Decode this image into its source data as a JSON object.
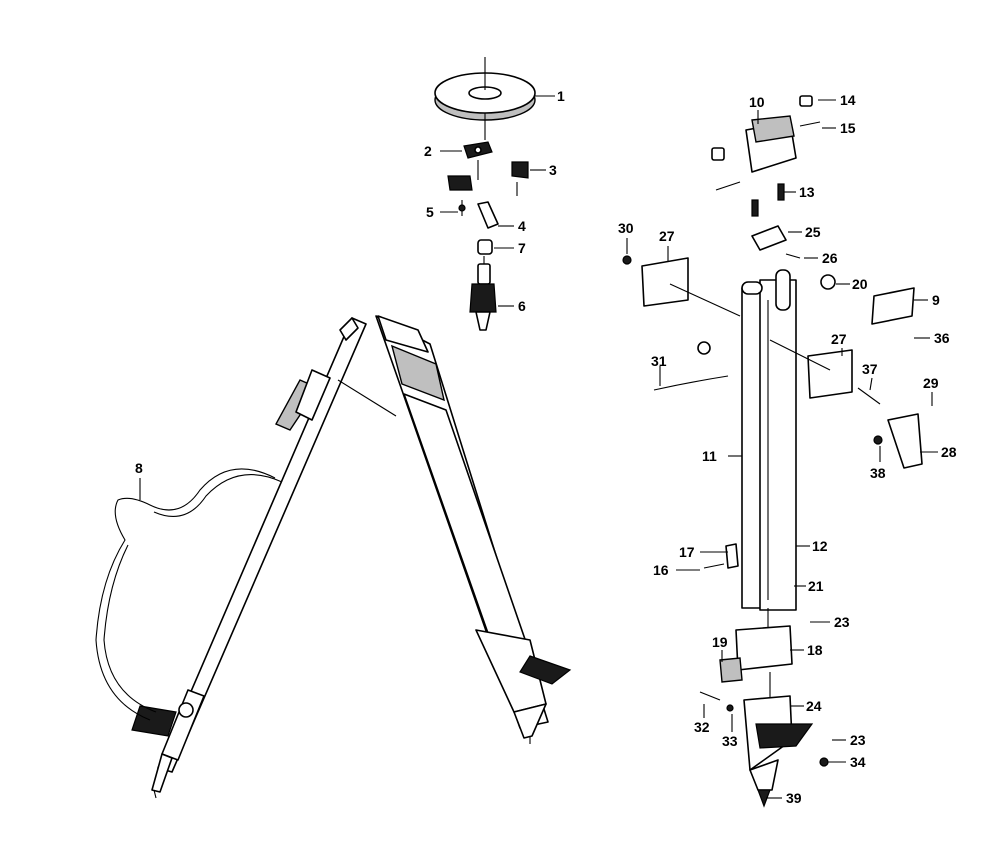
{
  "callouts": [
    {
      "id": "1"
    },
    {
      "id": "2"
    },
    {
      "id": "3"
    },
    {
      "id": "4"
    },
    {
      "id": "5"
    },
    {
      "id": "6"
    },
    {
      "id": "7"
    },
    {
      "id": "8"
    },
    {
      "id": "9"
    },
    {
      "id": "10"
    },
    {
      "id": "11"
    },
    {
      "id": "12"
    },
    {
      "id": "13"
    },
    {
      "id": "14"
    },
    {
      "id": "15"
    },
    {
      "id": "16"
    },
    {
      "id": "17"
    },
    {
      "id": "18"
    },
    {
      "id": "19"
    },
    {
      "id": "20"
    },
    {
      "id": "21"
    },
    {
      "id": "23"
    },
    {
      "id": "23"
    },
    {
      "id": "24"
    },
    {
      "id": "25"
    },
    {
      "id": "26"
    },
    {
      "id": "27"
    },
    {
      "id": "27"
    },
    {
      "id": "28"
    },
    {
      "id": "29"
    },
    {
      "id": "30"
    },
    {
      "id": "31"
    },
    {
      "id": "32"
    },
    {
      "id": "33"
    },
    {
      "id": "34"
    },
    {
      "id": "36"
    },
    {
      "id": "37"
    },
    {
      "id": "38"
    },
    {
      "id": "39"
    }
  ]
}
